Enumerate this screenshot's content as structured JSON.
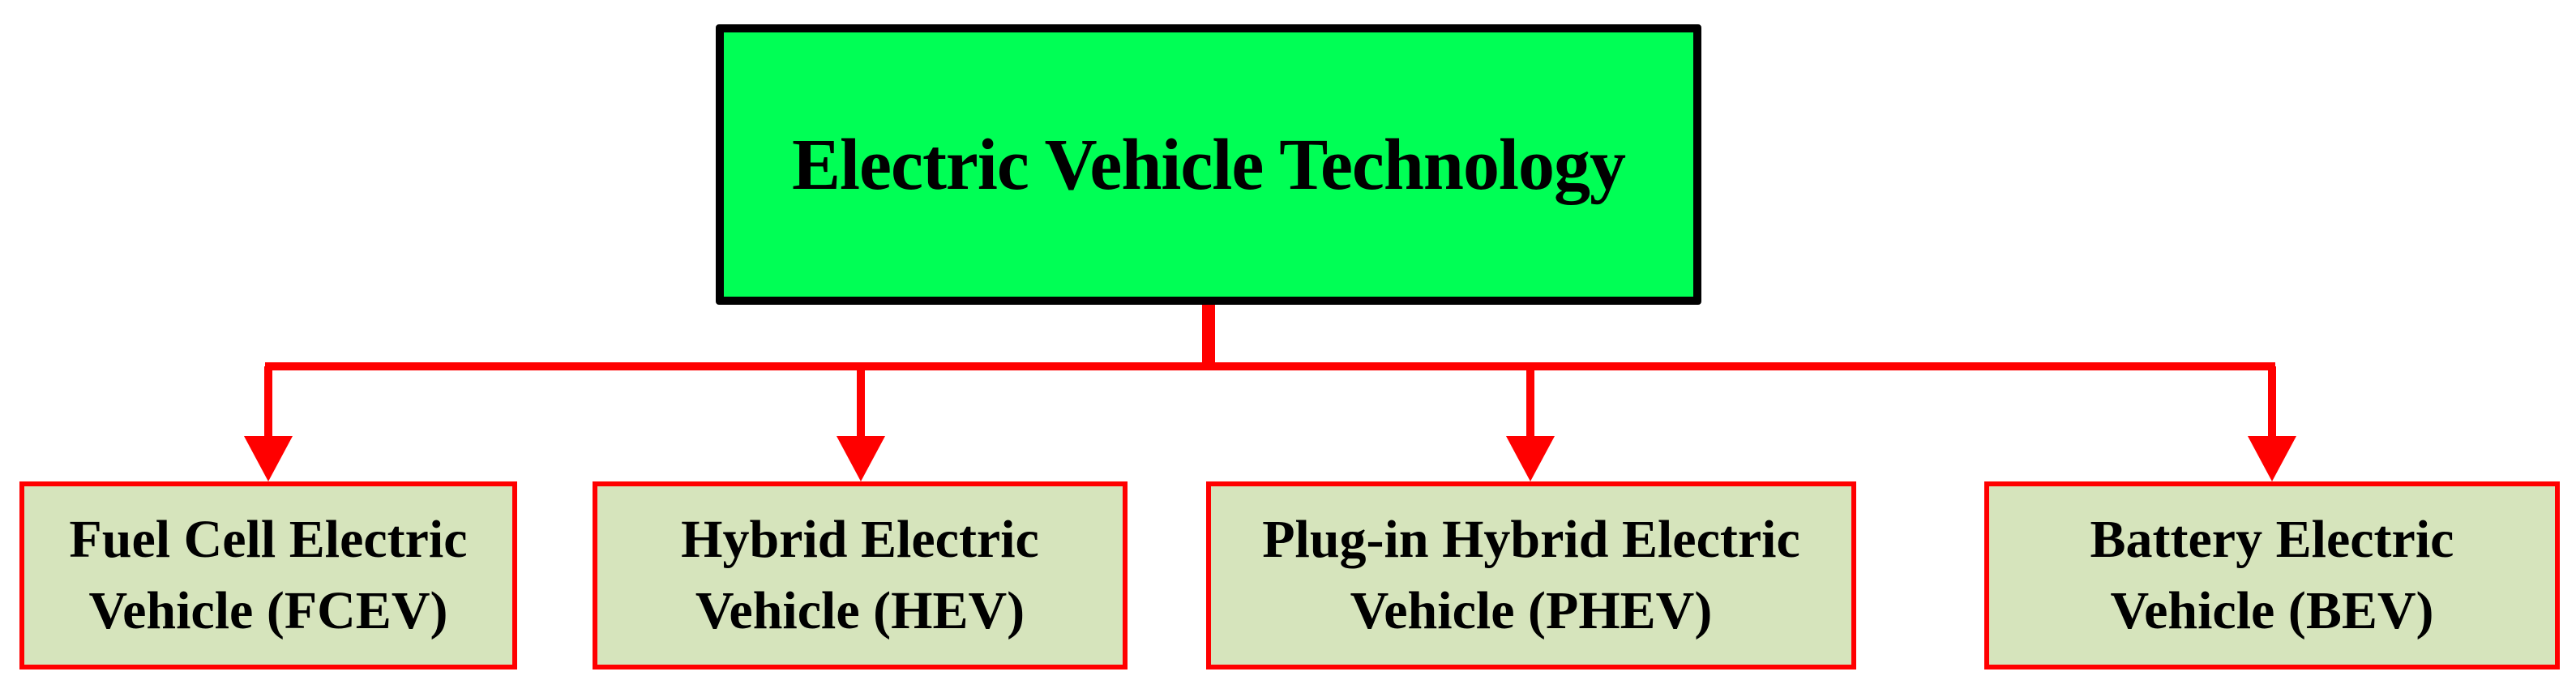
{
  "diagram": {
    "root": {
      "label": "Electric Vehicle Technology"
    },
    "children": [
      {
        "label": "Fuel Cell Electric\nVehicle (FCEV)"
      },
      {
        "label": "Hybrid Electric\nVehicle (HEV)"
      },
      {
        "label": "Plug-in Hybrid Electric\nVehicle (PHEV)"
      },
      {
        "label": "Battery Electric\nVehicle (BEV)"
      }
    ]
  },
  "colors": {
    "root_fill": "#00ff55",
    "root_border": "#000000",
    "child_fill": "#d6e4bc",
    "child_border": "#ff0000",
    "connector": "#ff0000"
  }
}
